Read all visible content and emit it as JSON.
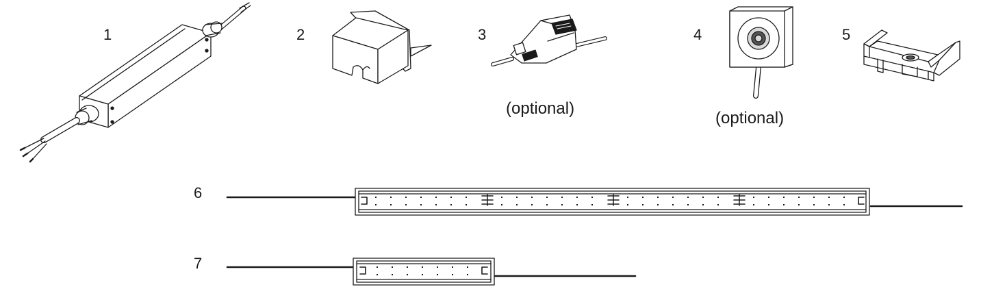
{
  "parts": [
    {
      "number": "1",
      "icon": "power-supply-icon"
    },
    {
      "number": "2",
      "icon": "end-cap-icon"
    },
    {
      "number": "3",
      "icon": "connector-icon",
      "note": "(optional)"
    },
    {
      "number": "4",
      "icon": "sensor-icon",
      "note": "(optional)"
    },
    {
      "number": "5",
      "icon": "mounting-clip-icon"
    },
    {
      "number": "6",
      "icon": "long-light-bar-icon"
    },
    {
      "number": "7",
      "icon": "short-light-bar-icon"
    }
  ],
  "colors": {
    "line": "#1a1a1a",
    "fill": "#ffffff",
    "shade": "#d9d9d9",
    "dark": "#555555"
  }
}
